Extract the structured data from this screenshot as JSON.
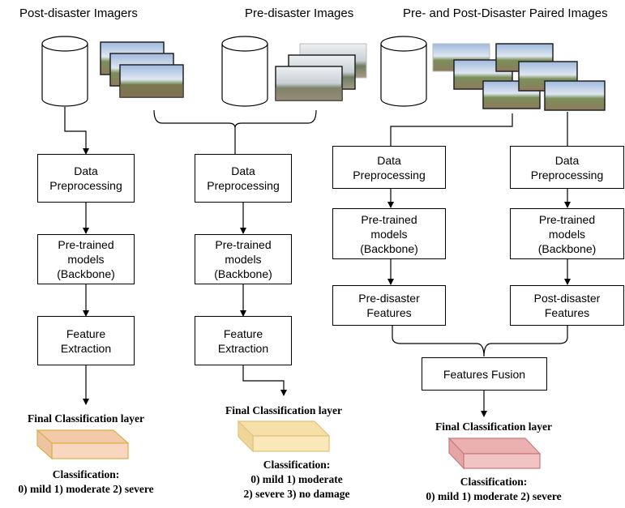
{
  "columns": [
    {
      "title": "Post-disaster Imagers",
      "box1": [
        "Data",
        "Preprocessing"
      ],
      "box2": [
        "Pre-trained",
        "models",
        "(Backbone)"
      ],
      "box3": [
        "Feature",
        "Extraction"
      ],
      "final_label": "Final Classification layer",
      "classification_title": "Classification:",
      "classification_lines": [
        "0) mild 1) moderate 2) severe"
      ],
      "block_color": "#f8d6bf",
      "block_edge": "#d9b24a"
    },
    {
      "title": "Pre-disaster Images",
      "box1": [
        "Data",
        "Preprocessing"
      ],
      "box2": [
        "Pre-trained",
        "models",
        "(Backbone)"
      ],
      "box3": [
        "Feature",
        "Extraction"
      ],
      "final_label": "Final Classification layer",
      "classification_title": "Classification:",
      "classification_lines": [
        "0) mild 1) moderate",
        "2) severe 3) no damage"
      ],
      "block_color": "#fbe8b8",
      "block_edge": "#e0c27a"
    },
    {
      "title": "Pre- and Post-Disaster Paired Images",
      "left_box1": [
        "Data",
        "Preprocessing"
      ],
      "left_box2": [
        "Pre-trained",
        "models",
        "(Backbone)"
      ],
      "left_box3": [
        "Pre-disaster",
        "Features"
      ],
      "right_box1": [
        "Data",
        "Preprocessing"
      ],
      "right_box2": [
        "Pre-trained",
        "models",
        "(Backbone)"
      ],
      "right_box3": [
        "Post-disaster",
        "Features"
      ],
      "fusion": "Features Fusion",
      "final_label": "Final Classification layer",
      "classification_title": "Classification:",
      "classification_lines": [
        "0) mild 1) moderate 2) severe"
      ],
      "block_color": "#f2c3c3",
      "block_edge": "#c97a7a"
    }
  ],
  "colors": {
    "line": "#000000",
    "sky": "#b9cde8",
    "ground": "#8a7a5a",
    "trees": "#4f6b3a"
  },
  "icons": [
    "database-icon",
    "panorama-photo-icon",
    "cuboid-layer-icon"
  ]
}
